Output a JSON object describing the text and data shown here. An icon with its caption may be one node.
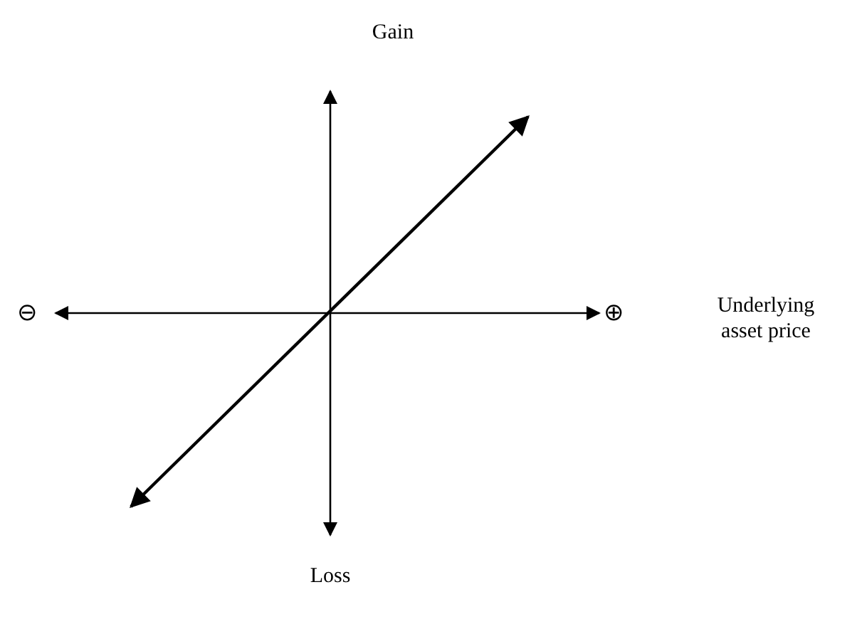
{
  "diagram": {
    "labels": [
      "Gain",
      "⊖",
      "⊕",
      "Underlying asset price",
      "Loss"
    ]
  }
}
